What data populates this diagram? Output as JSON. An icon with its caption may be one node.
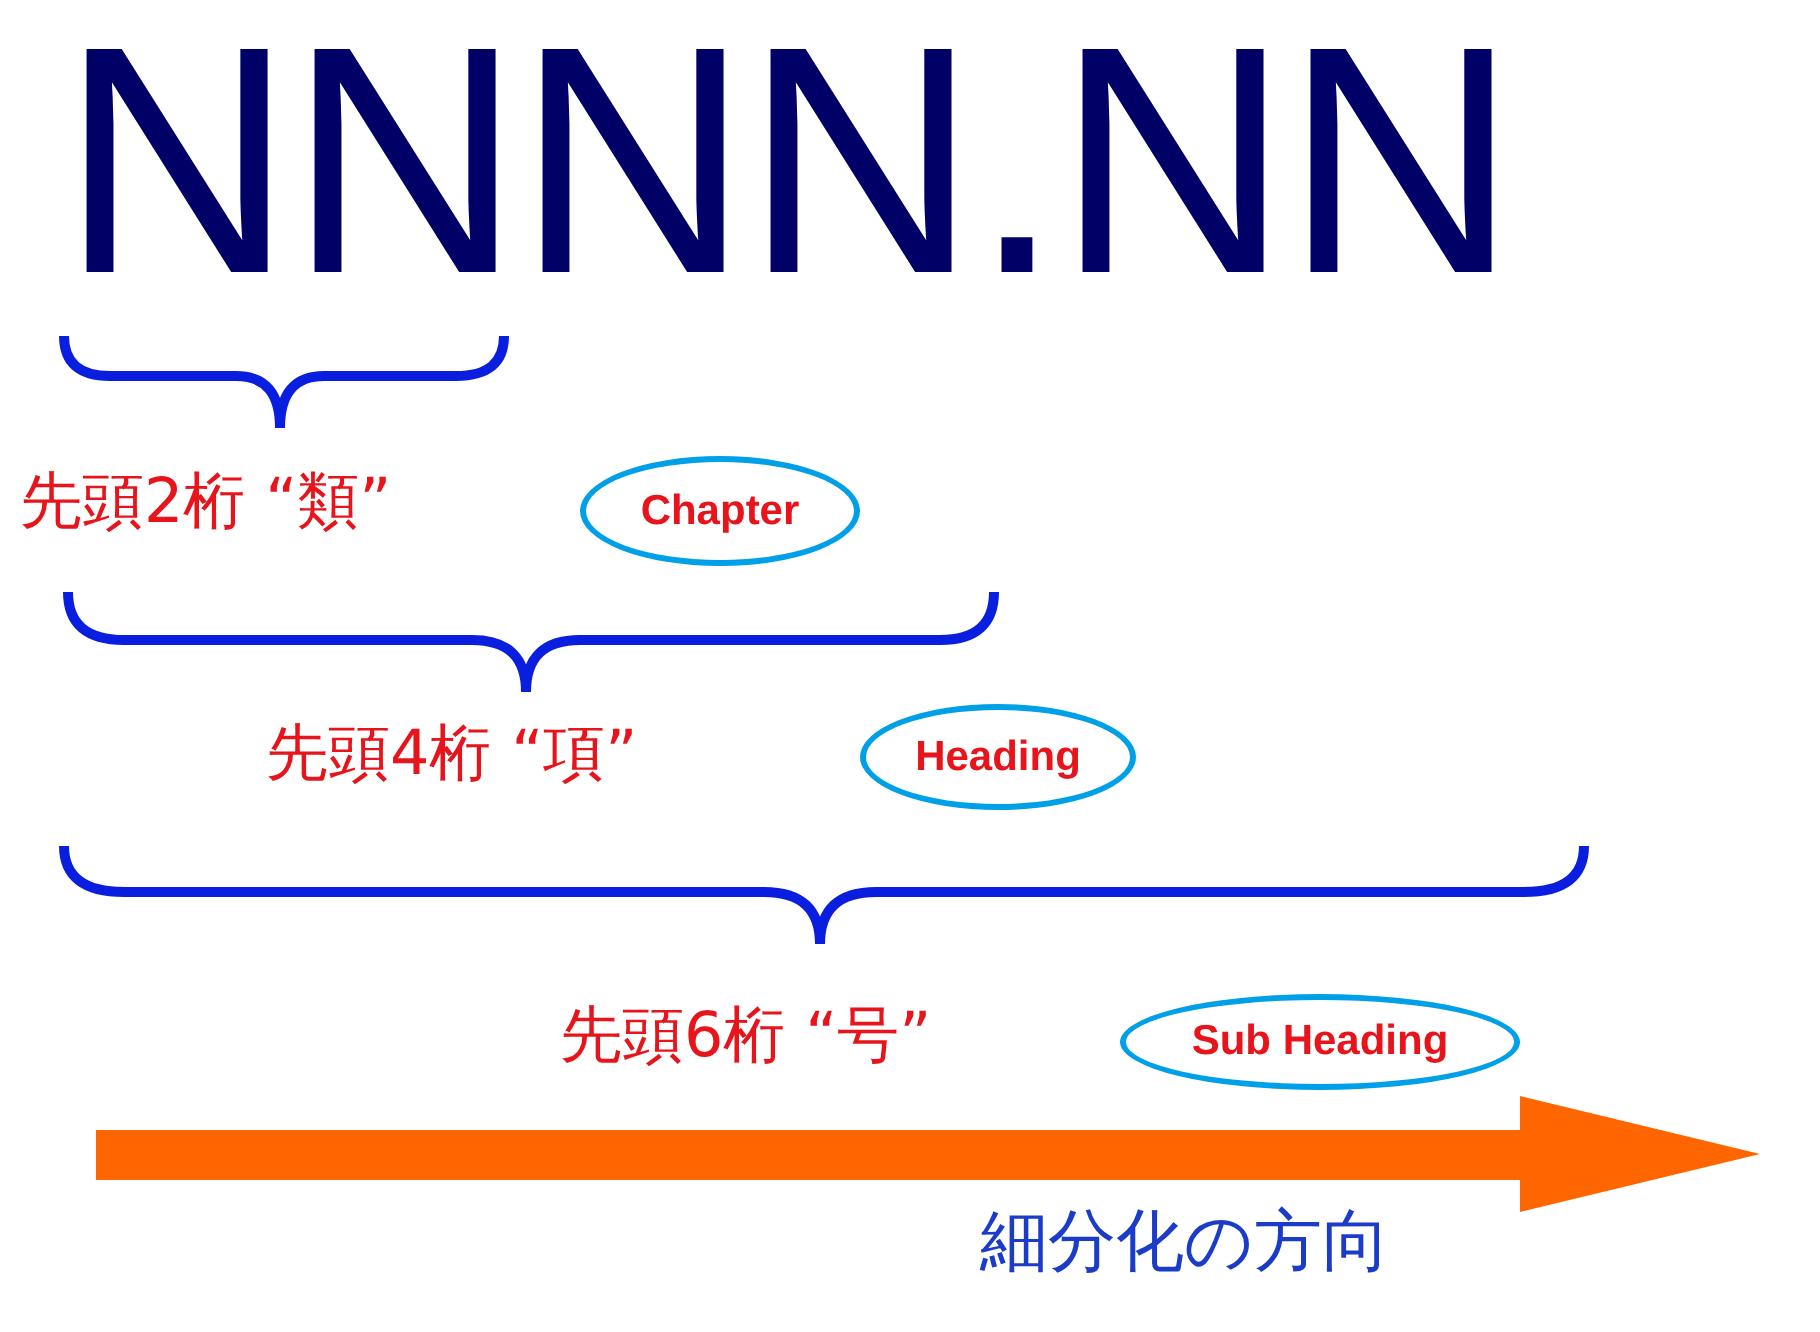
{
  "diagram": {
    "nodes": [
      {
        "text": [
          "Chapter"
        ],
        "beside": [
          "先頭2桁 “類”"
        ]
      },
      {
        "text": [
          "Heading"
        ],
        "beside": [
          "先頭4桁 “項”"
        ]
      },
      {
        "text": [
          "Sub Heading"
        ],
        "beside": [
          "先頭6桁 “号”"
        ]
      }
    ],
    "labels": [
      "NNNN.NN",
      "細分化の方向"
    ]
  }
}
